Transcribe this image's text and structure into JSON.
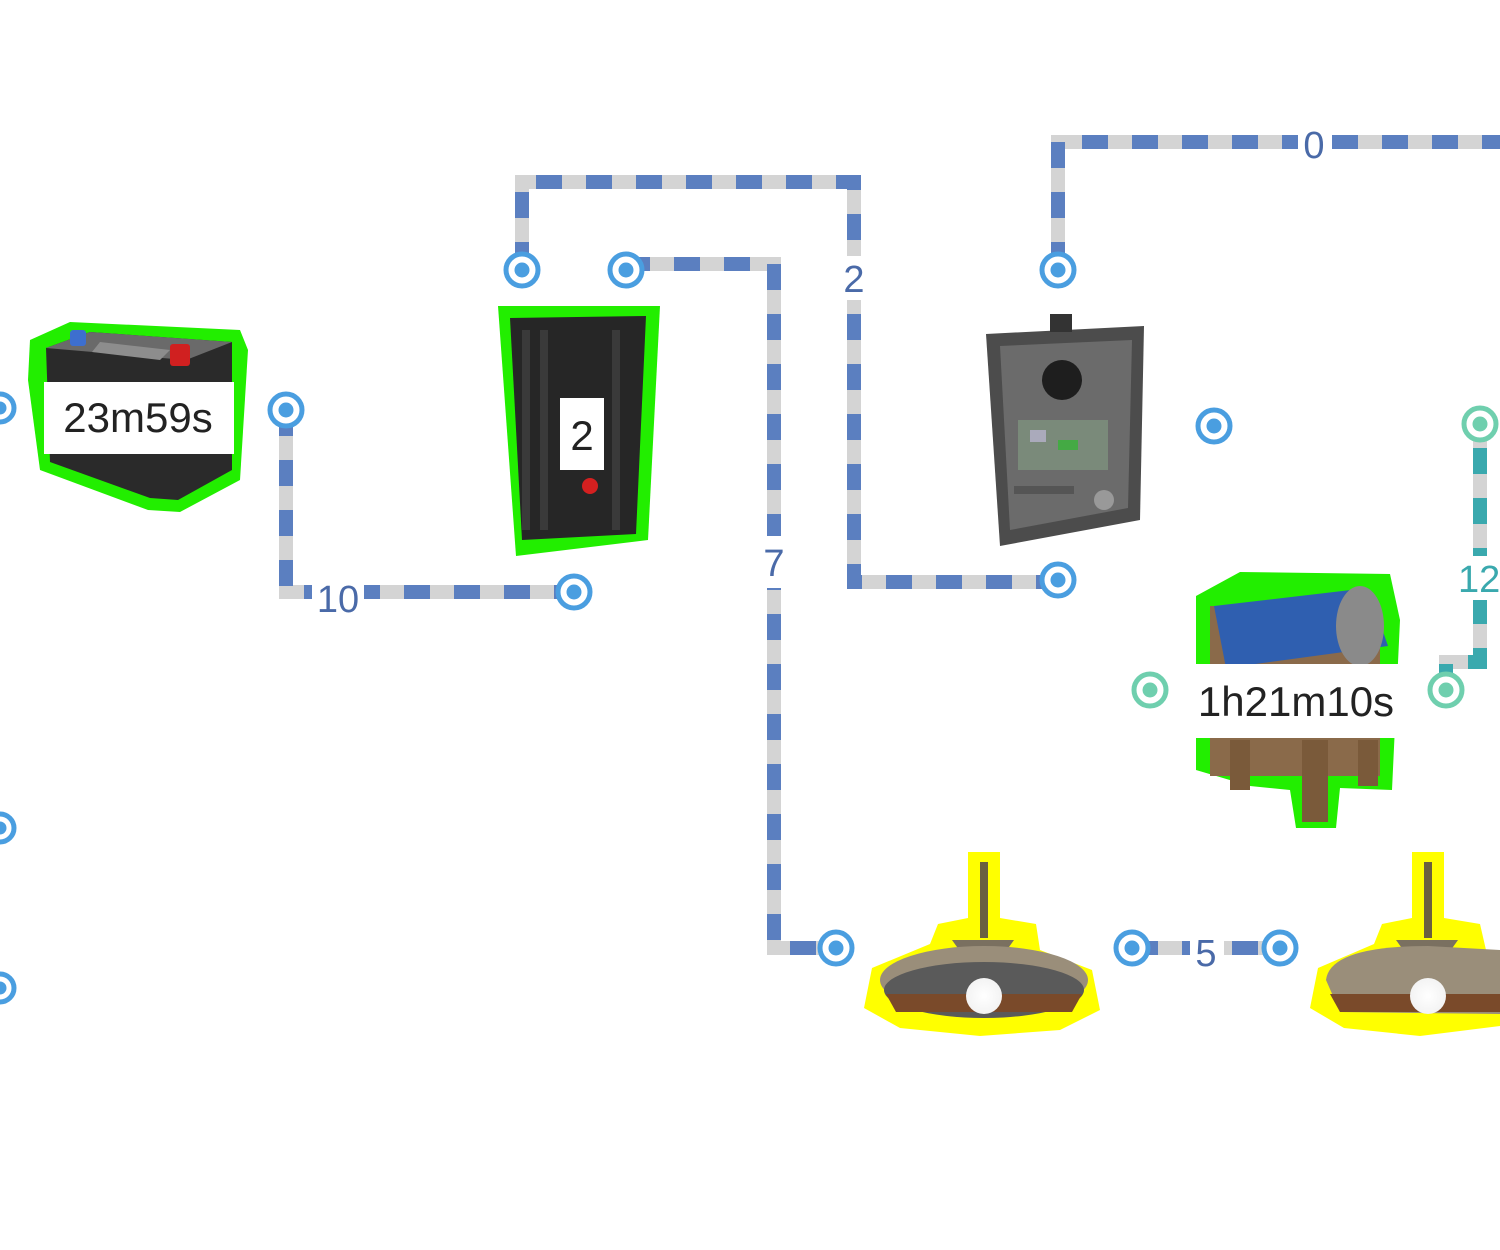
{
  "colors": {
    "wire_blue": "#5b7fc0",
    "wire_gray": "#d4d4d4",
    "wire_teal": "#3aa9ae",
    "port_blue": "#4a9ee0",
    "port_teal": "#6fcfae",
    "powered_outline": "#22ee00",
    "light_outline": "#ffff00",
    "label_blue": "#4a6aa8"
  },
  "components": {
    "battery": {
      "icon": "battery-icon",
      "label": "23m59s"
    },
    "splitter": {
      "icon": "electrical-branch-icon",
      "label": "2"
    },
    "switch_box": {
      "icon": "switch-box-icon"
    },
    "water_barrel": {
      "icon": "water-barrel-icon",
      "label": "1h21m10s"
    },
    "ceiling_light_1": {
      "icon": "ceiling-light-icon"
    },
    "ceiling_light_2": {
      "icon": "ceiling-light-icon"
    }
  },
  "wires": {
    "battery_to_splitter": "10",
    "splitter_to_switch": "2",
    "splitter_to_light": "7",
    "switch_to_right": "0",
    "light_to_light": "5",
    "barrel_to_right": "12"
  }
}
